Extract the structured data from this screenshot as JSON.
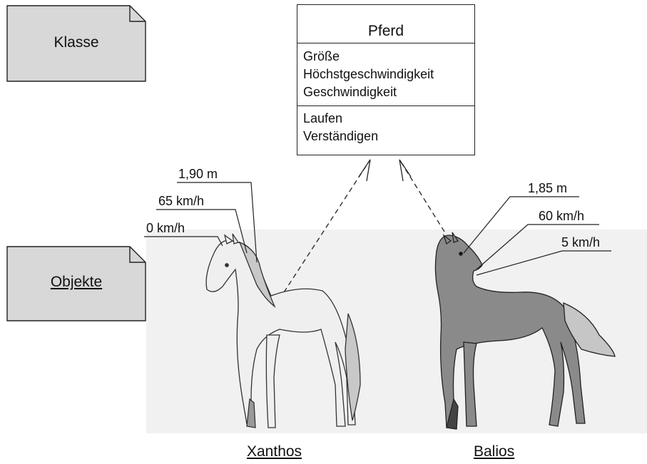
{
  "notes": {
    "class_label": "Klasse",
    "objects_label": "Objekte"
  },
  "class_box": {
    "name": "Pferd",
    "attributes": [
      "Größe",
      "Höchstgeschwindigkeit",
      "Geschwindigkeit"
    ],
    "operations": [
      "Laufen",
      "Verständigen"
    ]
  },
  "objects": [
    {
      "name": "Xanthos",
      "values": [
        "1,90 m",
        "65 km/h",
        "0 km/h"
      ]
    },
    {
      "name": "Balios",
      "values": [
        "1,85 m",
        "60 km/h",
        "5 km/h"
      ]
    }
  ],
  "colors": {
    "note_fill": "#d8d8d8",
    "photo_background": "#f1f1f1",
    "horse_xanthos": "#efefef",
    "horse_balios": "#8a8a8a",
    "line": "#222222"
  }
}
